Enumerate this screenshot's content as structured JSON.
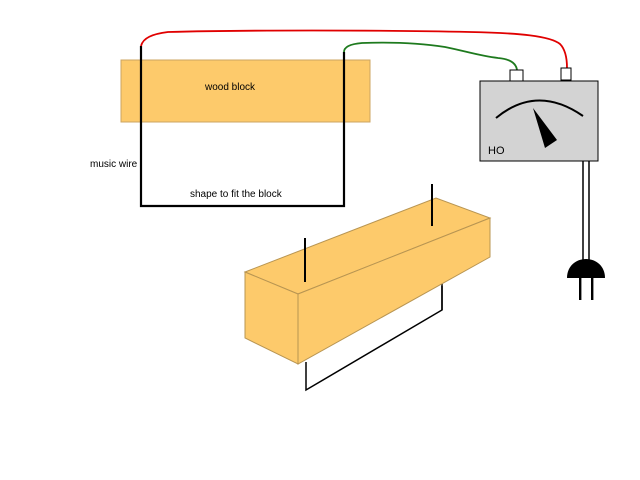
{
  "labels": {
    "wood_block": "wood block",
    "music_wire": "music wire",
    "shape_note": "shape to fit the block",
    "meter": "HO"
  },
  "colors": {
    "wood": "#FDCA6B",
    "wood_stroke": "#B89552",
    "wire": "#000000",
    "red_lead": "#E00000",
    "green_lead": "#1E7A1E",
    "meter_body": "#D3D3D3",
    "plug": "#000000"
  },
  "icons": {
    "meter": "analog-meter-icon",
    "plug": "mains-plug-icon"
  }
}
